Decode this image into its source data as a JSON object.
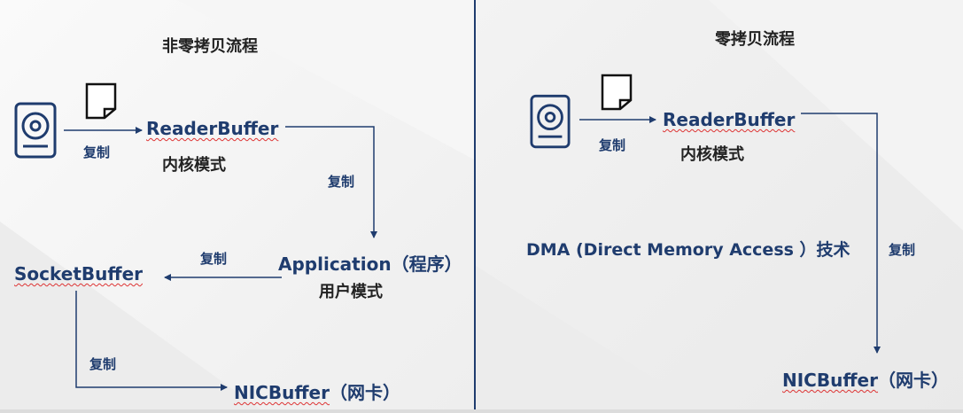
{
  "left": {
    "title": "非零拷贝流程",
    "reader_buffer": "ReaderBuffer",
    "kernel_mode": "内核模式",
    "application": "Application（程序）",
    "user_mode": "用户模式",
    "socket_buffer": "SocketBuffer",
    "nic_buffer": "NICBuffer（网卡）",
    "copy_labels": [
      "复制",
      "复制",
      "复制",
      "复制"
    ]
  },
  "right": {
    "title": "零拷贝流程",
    "reader_buffer": "ReaderBuffer",
    "kernel_mode": "内核模式",
    "dma": "DMA (Direct Memory Access ）技术",
    "nic_buffer": "NICBuffer（网卡）",
    "copy_labels": [
      "复制",
      "复制"
    ]
  },
  "icons": {
    "disk": "hard-disk-icon",
    "file": "document-icon"
  },
  "colors": {
    "primary": "#1f3c6e",
    "divider": "#1f3c6e",
    "squiggle": "#dd3333"
  }
}
